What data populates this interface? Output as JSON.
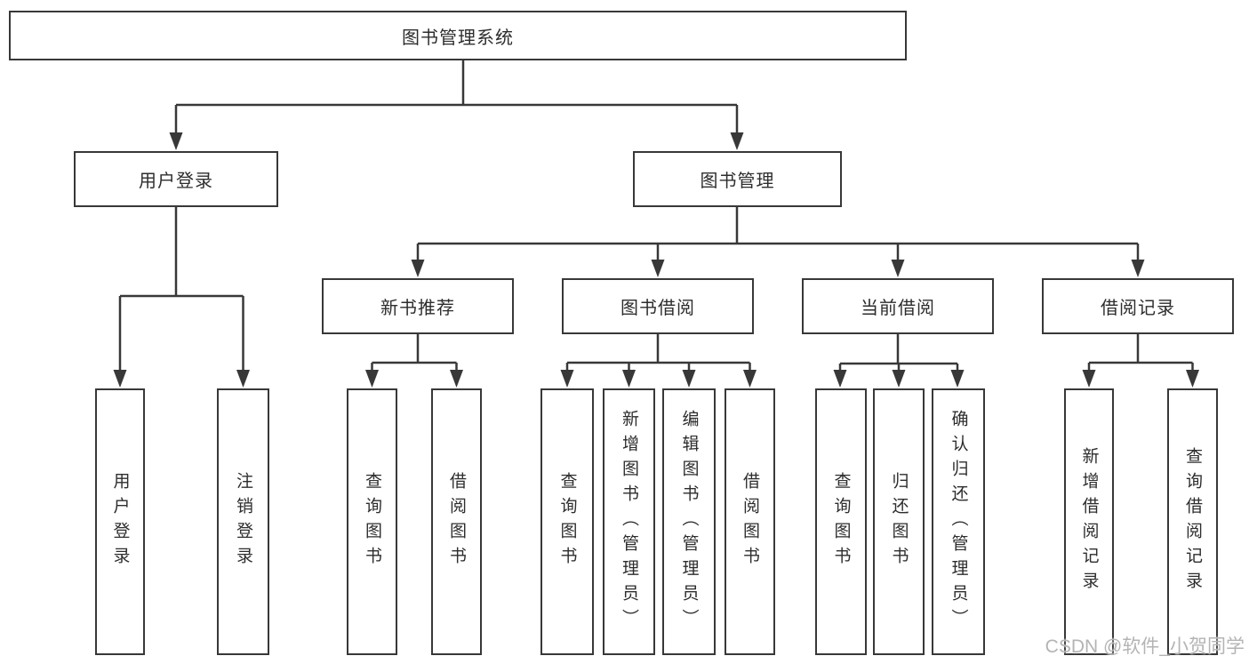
{
  "nodes": {
    "root": "图书管理系统",
    "user_login": "用户登录",
    "book_mgmt": "图书管理",
    "new_book": "新书推荐",
    "book_borrow": "图书借阅",
    "current_borrow": "当前借阅",
    "borrow_record": "借阅记录",
    "login_leaf": "用户登录",
    "logout_leaf": "注销登录",
    "nb_query": "查询图书",
    "nb_borrow": "借阅图书",
    "bb_query": "查询图书",
    "bb_add": "新增图书（管理员）",
    "bb_edit": "编辑图书（管理员）",
    "bb_borrow": "借阅图书",
    "cb_query": "查询图书",
    "cb_return": "归还图书",
    "cb_confirm": "确认归还（管理员）",
    "br_add": "新增借阅记录",
    "br_query": "查询借阅记录"
  },
  "watermark": "CSDN @软件_小贺同学",
  "colors": {
    "line": "#383838",
    "text": "#2d2d2d",
    "background": "#ffffff",
    "watermark": "#b4b4b4"
  }
}
